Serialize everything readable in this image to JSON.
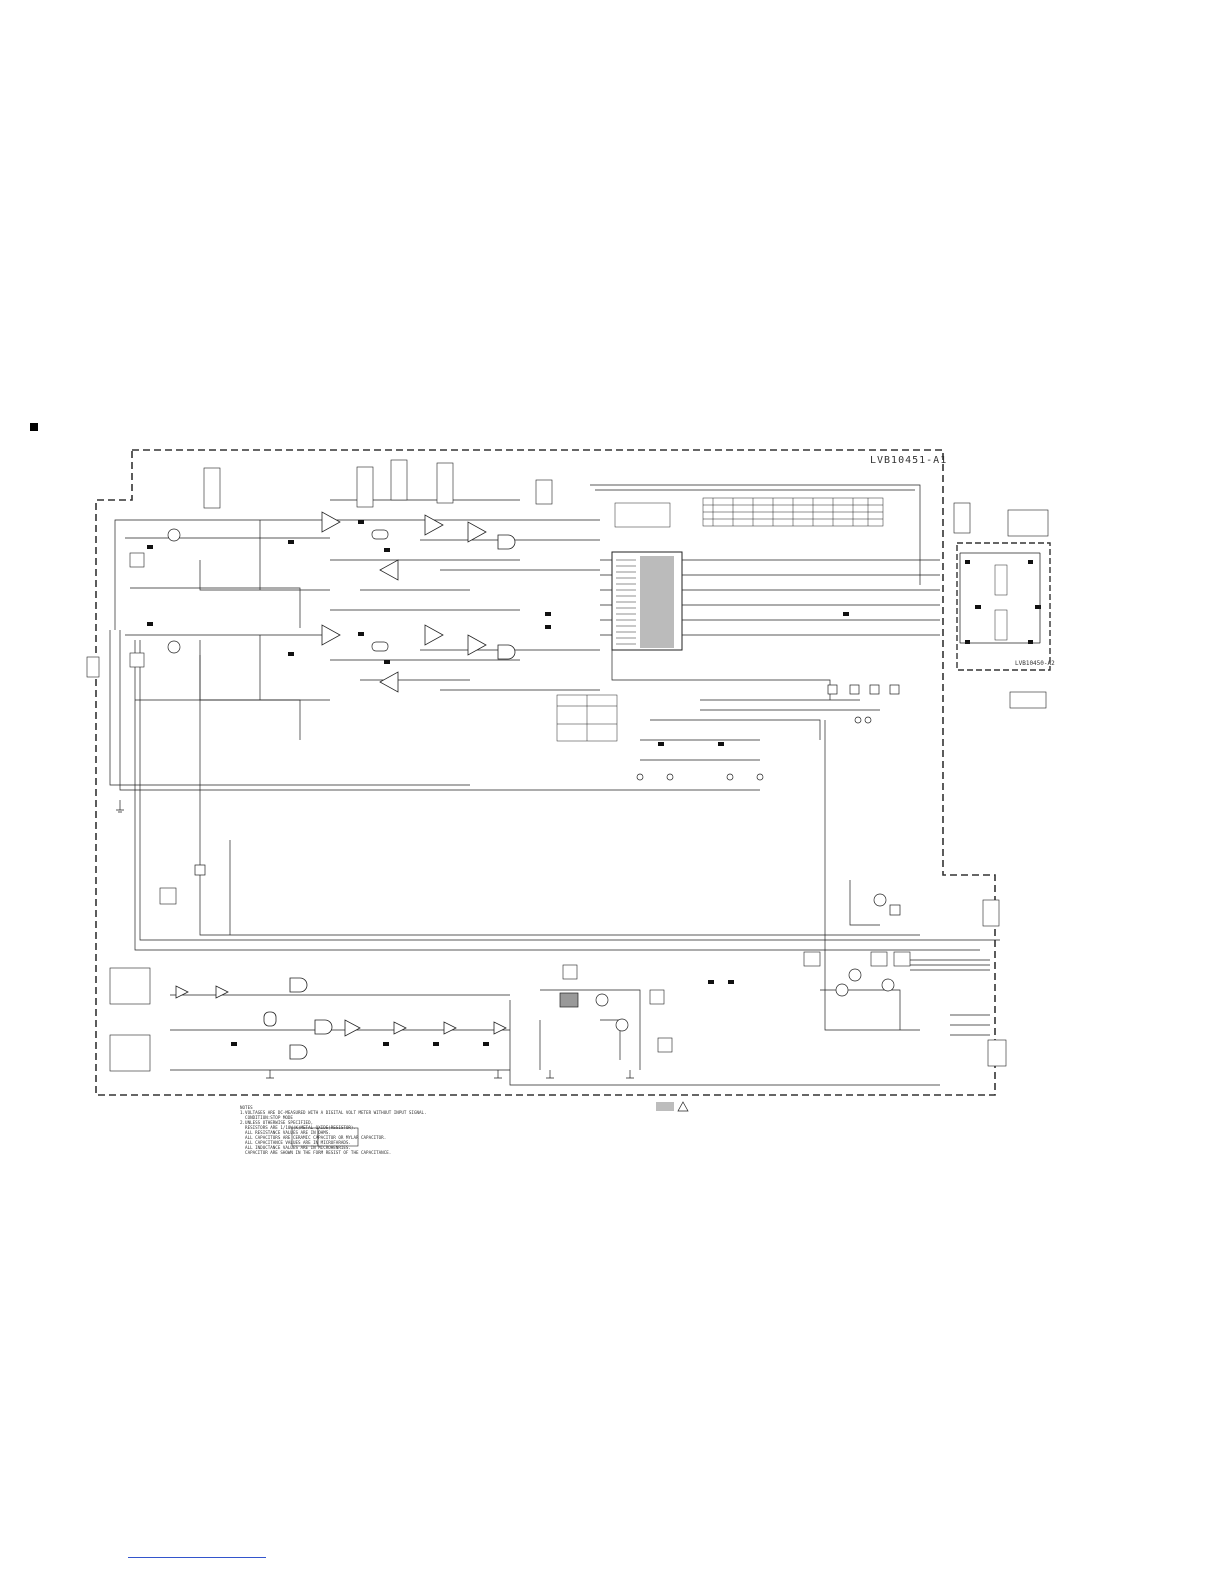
{
  "board": {
    "main_label": "LVB10451-A1",
    "sub_label": "LVB10450-A2"
  },
  "notes": {
    "heading": "NOTES",
    "line1": "1.VOLTAGES ARE DC-MEASURED WITH A DIGITAL VOLT METER WITHOUT INPUT SIGNAL.",
    "line2": "  CONDITION:STOP MODE",
    "line3": "2.UNLESS OTHERWISE SPECIFIED,",
    "line4": "  RESISTORS ARE 1/10W(K)METAL OXIDE(RESISTOR).",
    "line5": "  ALL RESISTANCE VALUES ARE IN OHMS.",
    "line6": "  ALL CAPACITORS ARE CERAMIC CAPACITOR OR MYLAR CAPACITOR.",
    "line7": "  ALL CAPACITANCE VALUES ARE IN MICROFARADS.",
    "line8": "  ALL INDUCTANCE VALUES ARE IN MICROHENRIES.",
    "line9": "  CAPACITOR ARE SHOWN IN THE FORM RESIST OF THE CAPACITANCE."
  },
  "colors": {
    "line": "#222222",
    "frame": "#333333",
    "link": "#3355cc"
  }
}
